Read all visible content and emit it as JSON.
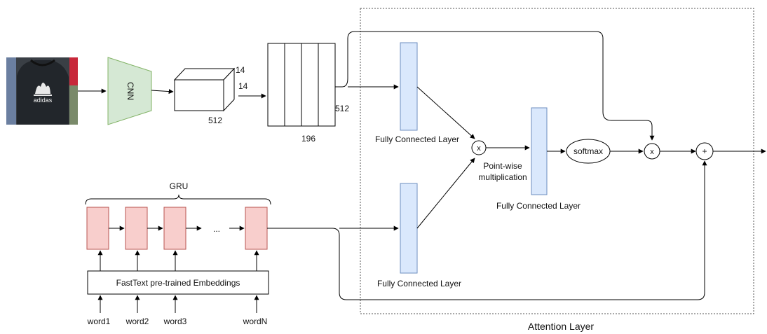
{
  "colors": {
    "cnn_fill": "#d5e8d4",
    "cnn_stroke": "#82b366",
    "fc_fill": "#dae8fc",
    "fc_stroke": "#6c8ebf",
    "gru_fill": "#f8cecc",
    "gru_stroke": "#b85450",
    "line": "#000000"
  },
  "image_input": {
    "icon": "jacket-photo",
    "logo_text": "adidas"
  },
  "cnn": {
    "label": "CNN"
  },
  "feature_cube": {
    "depth_label": "14",
    "height_label": "14",
    "width_label": "512"
  },
  "feature_matrix": {
    "side_label": "512",
    "bottom_label": "196"
  },
  "gru": {
    "title": "GRU",
    "ellipsis": "..."
  },
  "embeddings": {
    "label": "FastText pre-trained Embeddings"
  },
  "words": [
    "word1",
    "word2",
    "word3",
    "wordN"
  ],
  "attention": {
    "title": "Attention Layer",
    "fc_top_label": "Fully Connected Layer",
    "fc_bottom_label": "Fully Connected Layer",
    "fc_mid_label": "Fully Connected Layer",
    "multiply_symbol": "x",
    "pointwise_line1": "Point-wise",
    "pointwise_line2": "multiplication",
    "softmax_label": "softmax",
    "multiply2_symbol": "x",
    "add_symbol": "+"
  }
}
